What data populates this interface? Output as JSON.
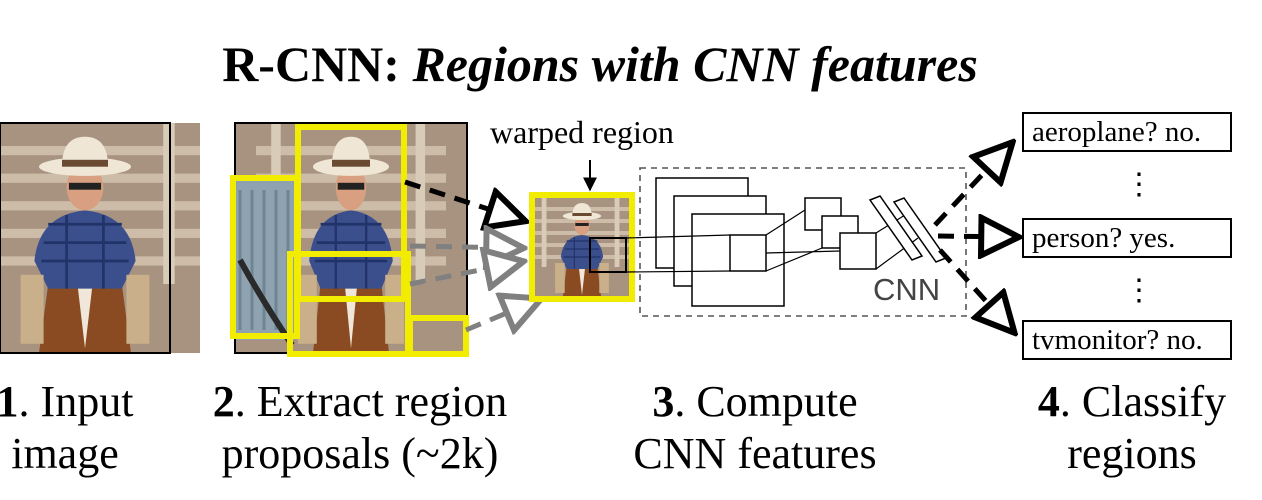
{
  "title": {
    "prefix": "R-CNN: ",
    "emphasis": "Regions with CNN features"
  },
  "labels": {
    "warped_region": "warped region",
    "cnn": "CNN"
  },
  "steps": [
    {
      "number": "1",
      "line1": ". Input",
      "line2": "image"
    },
    {
      "number": "2",
      "line1": ". Extract region",
      "line2": "proposals (~2k)"
    },
    {
      "number": "3",
      "line1": ". Compute",
      "line2": "CNN features"
    },
    {
      "number": "4",
      "line1": ". Classify",
      "line2": "regions"
    }
  ],
  "classes": [
    {
      "text": "aeroplane? no."
    },
    {
      "text": "person? yes."
    },
    {
      "text": "tvmonitor? no."
    }
  ],
  "ellipsis": "⋮",
  "colors": {
    "proposal_box": "#f2ec00",
    "arrow": "#000000",
    "arrow_gray": "#808080",
    "dashed_frame": "#555555"
  }
}
